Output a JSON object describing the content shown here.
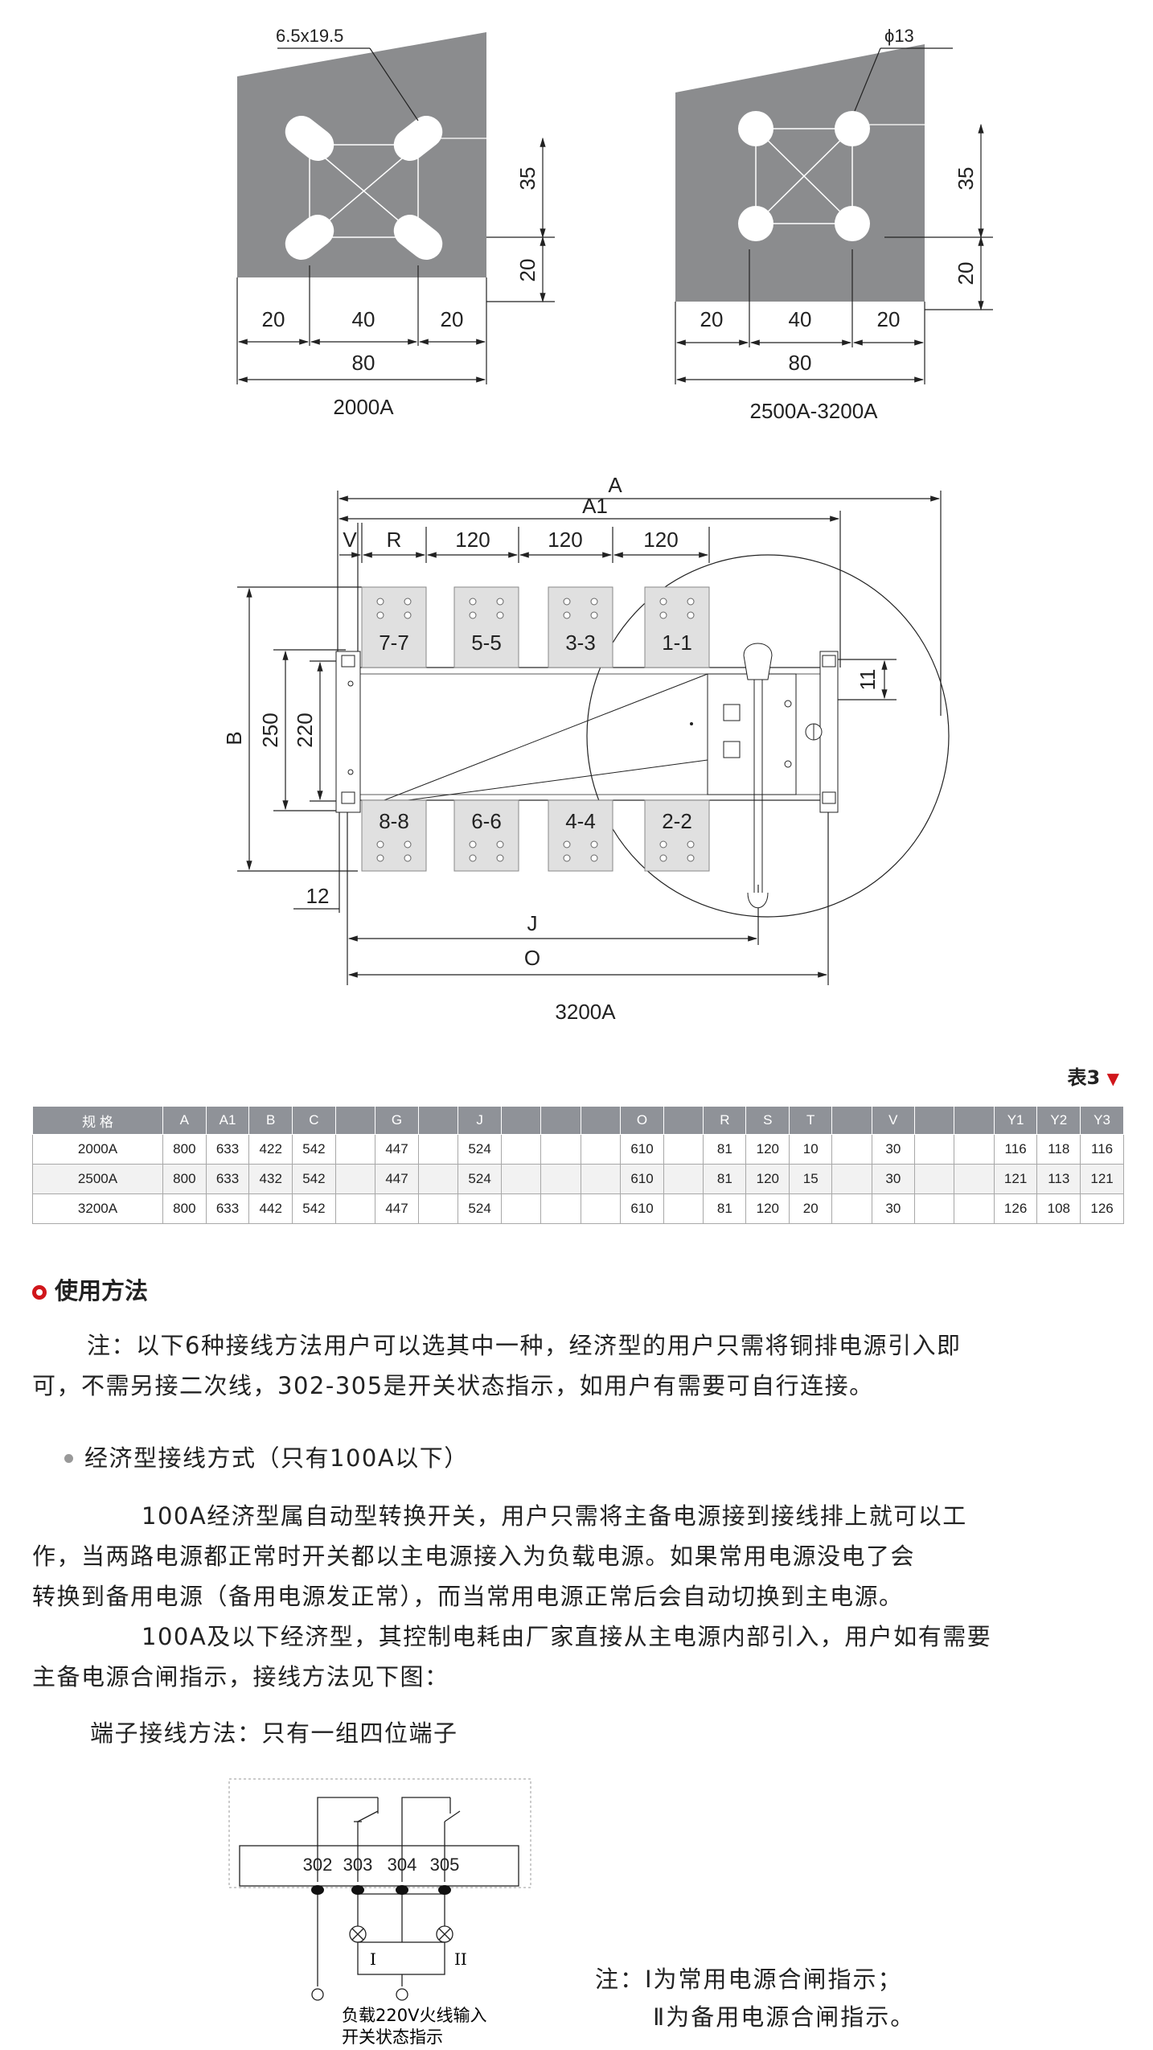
{
  "diagram_top": {
    "left": {
      "hole_label": "6.5x19.5",
      "dim_v1": "35",
      "dim_v2": "20",
      "dim_h1": "20",
      "dim_h2": "40",
      "dim_h3": "20",
      "dim_total": "80",
      "caption": "2000A"
    },
    "right": {
      "hole_label": "ϕ13",
      "dim_v1": "35",
      "dim_v2": "20",
      "dim_h1": "20",
      "dim_h2": "40",
      "dim_h3": "20",
      "dim_total": "80",
      "caption": "2500A-3200A"
    }
  },
  "diagram_main": {
    "dim_A": "A",
    "dim_A1": "A1",
    "dim_V": "V",
    "dim_R": "R",
    "dim_120a": "120",
    "dim_120b": "120",
    "dim_120c": "120",
    "dim_B": "B",
    "dim_250": "250",
    "dim_220": "220",
    "dim_11": "11",
    "dim_12": "12",
    "dim_J": "J",
    "dim_O": "O",
    "top_terminals": [
      "7-7",
      "5-5",
      "3-3",
      "1-1"
    ],
    "bottom_terminals": [
      "8-8",
      "6-6",
      "4-4",
      "2-2"
    ],
    "caption": "3200A"
  },
  "table": {
    "label": "表3",
    "headers": [
      "规 格",
      "A",
      "A1",
      "B",
      "C",
      "",
      "G",
      "",
      "J",
      "",
      "",
      "",
      "O",
      "",
      "R",
      "S",
      "T",
      "",
      "V",
      "",
      "",
      "Y1",
      "Y2",
      "Y3"
    ],
    "rows": [
      [
        "2000A",
        "800",
        "633",
        "422",
        "542",
        "",
        "447",
        "",
        "524",
        "",
        "",
        "",
        "610",
        "",
        "81",
        "120",
        "10",
        "",
        "30",
        "",
        "",
        "116",
        "118",
        "116"
      ],
      [
        "2500A",
        "800",
        "633",
        "432",
        "542",
        "",
        "447",
        "",
        "524",
        "",
        "",
        "",
        "610",
        "",
        "81",
        "120",
        "15",
        "",
        "30",
        "",
        "",
        "121",
        "113",
        "121"
      ],
      [
        "3200A",
        "800",
        "633",
        "442",
        "542",
        "",
        "447",
        "",
        "524",
        "",
        "",
        "",
        "610",
        "",
        "81",
        "120",
        "20",
        "",
        "30",
        "",
        "",
        "126",
        "108",
        "126"
      ]
    ]
  },
  "section": {
    "title": "使用方法",
    "p1_line1": "注：以下6种接线方法用户可以选其中一种，经济型的用户只需将铜排电源引入即",
    "p1_line2": "可，不需另接二次线，302-305是开关状态指示，如用户有需要可自行连接。",
    "bullet": "经济型接线方式（只有100A以下）",
    "p2_line1": "100A经济型属自动型转换开关，用户只需将主备电源接到接线排上就可以工",
    "p2_line2": "作，当两路电源都正常时开关都以主电源接入为负载电源。如果常用电源没电了会",
    "p2_line3": "转换到备用电源（备用电源发正常），而当常用电源正常后会自动切换到主电源。",
    "p3_line1": "100A及以下经济型，其控制电耗由厂家直接从主电源内部引入，用户如有需要",
    "p3_line2": "主备电源合闸指示，接线方法见下图：",
    "terminal_title": "端子接线方法：只有一组四位端子"
  },
  "wiring": {
    "terminals": [
      "302",
      "303",
      "304",
      "305"
    ],
    "lamp1": "I",
    "lamp2": "II",
    "caption_line1": "负载220V火线输入",
    "caption_line2": "开关状态指示",
    "note_line1": "注：Ⅰ为常用电源合闸指示；",
    "note_line2": "Ⅱ为备用电源合闸指示。"
  }
}
